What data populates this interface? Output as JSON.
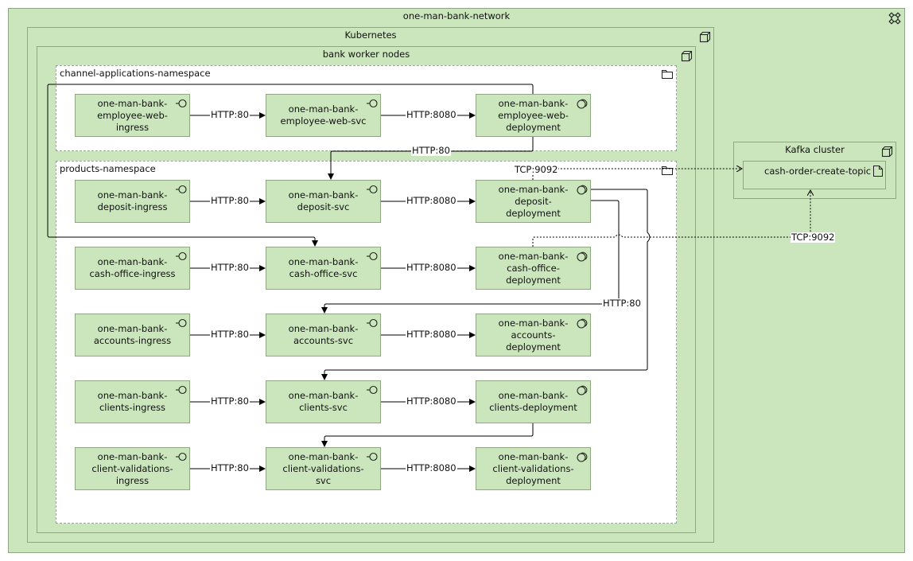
{
  "network": {
    "title": "one-man-bank-network",
    "icon": "network-icon"
  },
  "kubernetes": {
    "title": "Kubernetes",
    "icon": "device-icon"
  },
  "workers": {
    "title": "bank worker nodes",
    "icon": "device-icon"
  },
  "kafka": {
    "title": "Kafka cluster",
    "icon": "device-icon",
    "topic": {
      "label": "cash-order-create-topic",
      "icon": "artifact-icon"
    }
  },
  "namespaces": {
    "channel": {
      "title": "channel-applications-namespace",
      "icon": "folder-icon"
    },
    "products": {
      "title": "products-namespace",
      "icon": "folder-icon"
    }
  },
  "rows": [
    {
      "ingress": "one-man-bank-\nemployee-web-\ningress",
      "svc": "one-man-bank-\nemployee-web-svc",
      "deploy": "one-man-bank-\nemployee-web-\ndeployment"
    },
    {
      "ingress": "one-man-bank-\ndeposit-ingress",
      "svc": "one-man-bank-\ndeposit-svc",
      "deploy": "one-man-bank-\ndeposit-\ndeployment"
    },
    {
      "ingress": "one-man-bank-\ncash-office-ingress",
      "svc": "one-man-bank-\ncash-office-svc",
      "deploy": "one-man-bank-\ncash-office-\ndeployment"
    },
    {
      "ingress": "one-man-bank-\naccounts-ingress",
      "svc": "one-man-bank-\naccounts-svc",
      "deploy": "one-man-bank-\naccounts-\ndeployment"
    },
    {
      "ingress": "one-man-bank-\nclients-ingress",
      "svc": "one-man-bank-\nclients-svc",
      "deploy": "one-man-bank-\nclients-deployment"
    },
    {
      "ingress": "one-man-bank-\nclient-validations-\ningress",
      "svc": "one-man-bank-\nclient-validations-\nsvc",
      "deploy": "one-man-bank-\nclient-validations-\ndeployment"
    }
  ],
  "edge_labels": {
    "http80": "HTTP:80",
    "http8080": "HTTP:8080",
    "tcp9092": "TCP:9092"
  },
  "colors": {
    "fill": "#cbe6bd",
    "border": "#8fa882",
    "line": "#000000"
  }
}
